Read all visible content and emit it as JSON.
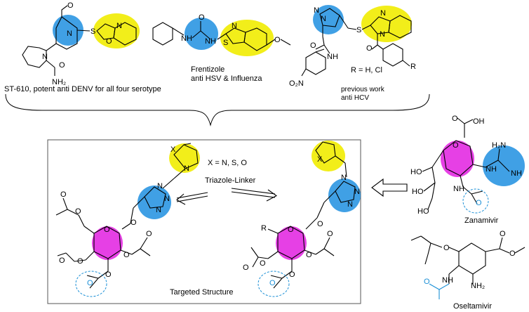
{
  "colors": {
    "highlight_yellow": "#f2ee1a",
    "highlight_blue": "#1f8fe0",
    "highlight_magenta": "#e21fe0",
    "accent_blue_text": "#1a8fd6"
  },
  "top_compounds": [
    {
      "caption": "ST-610, potent anti DENV for all four serotype"
    },
    {
      "caption_line1": "Frentizole",
      "caption_line2": "anti HSV & Influenza"
    },
    {
      "caption_line1": "previous work",
      "caption_line2": "anti HCV",
      "substituent": "R = H, Cl"
    }
  ],
  "box": {
    "x_def": "X = N, S, O",
    "linker": "Triazole-Linker",
    "title": "Targeted Structure"
  },
  "drugs": [
    {
      "name": "Zanamivir"
    },
    {
      "name": "Oseltamivir"
    }
  ],
  "atoms": {
    "O": "O",
    "S": "S",
    "N": "N",
    "NH": "NH",
    "NH2": "NH₂",
    "HO": "HO",
    "OH": "OH",
    "H2N": "H₂N",
    "R": "R",
    "X": "X",
    "O2N": "O₂N"
  }
}
